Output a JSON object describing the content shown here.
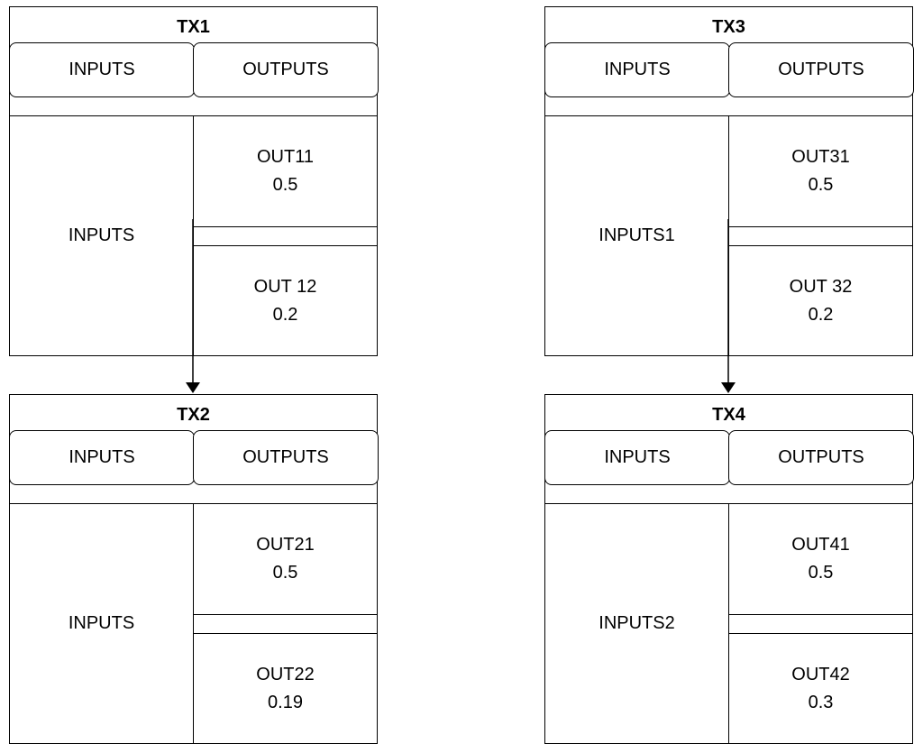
{
  "boxes": [
    {
      "id": "tx1",
      "title": "TX1",
      "inputs_header": "INPUTS",
      "outputs_header": "OUTPUTS",
      "inputs_label": "INPUTS",
      "out_a_name": "OUT11",
      "out_a_value": "0.5",
      "out_b_name": "OUT 12",
      "out_b_value": "0.2"
    },
    {
      "id": "tx3",
      "title": "TX3",
      "inputs_header": "INPUTS",
      "outputs_header": "OUTPUTS",
      "inputs_label": "INPUTS1",
      "out_a_name": "OUT31",
      "out_a_value": "0.5",
      "out_b_name": "OUT 32",
      "out_b_value": "0.2"
    },
    {
      "id": "tx2",
      "title": "TX2",
      "inputs_header": "INPUTS",
      "outputs_header": "OUTPUTS",
      "inputs_label": "INPUTS",
      "out_a_name": "OUT21",
      "out_a_value": "0.5",
      "out_b_name": "OUT22",
      "out_b_value": "0.19"
    },
    {
      "id": "tx4",
      "title": "TX4",
      "inputs_header": "INPUTS",
      "outputs_header": "OUTPUTS",
      "inputs_label": "INPUTS2",
      "out_a_name": "OUT41",
      "out_a_value": "0.5",
      "out_b_name": "OUT42",
      "out_b_value": "0.3"
    }
  ],
  "edges": [
    {
      "from": "tx1",
      "to": "tx2"
    },
    {
      "from": "tx3",
      "to": "tx4"
    }
  ]
}
